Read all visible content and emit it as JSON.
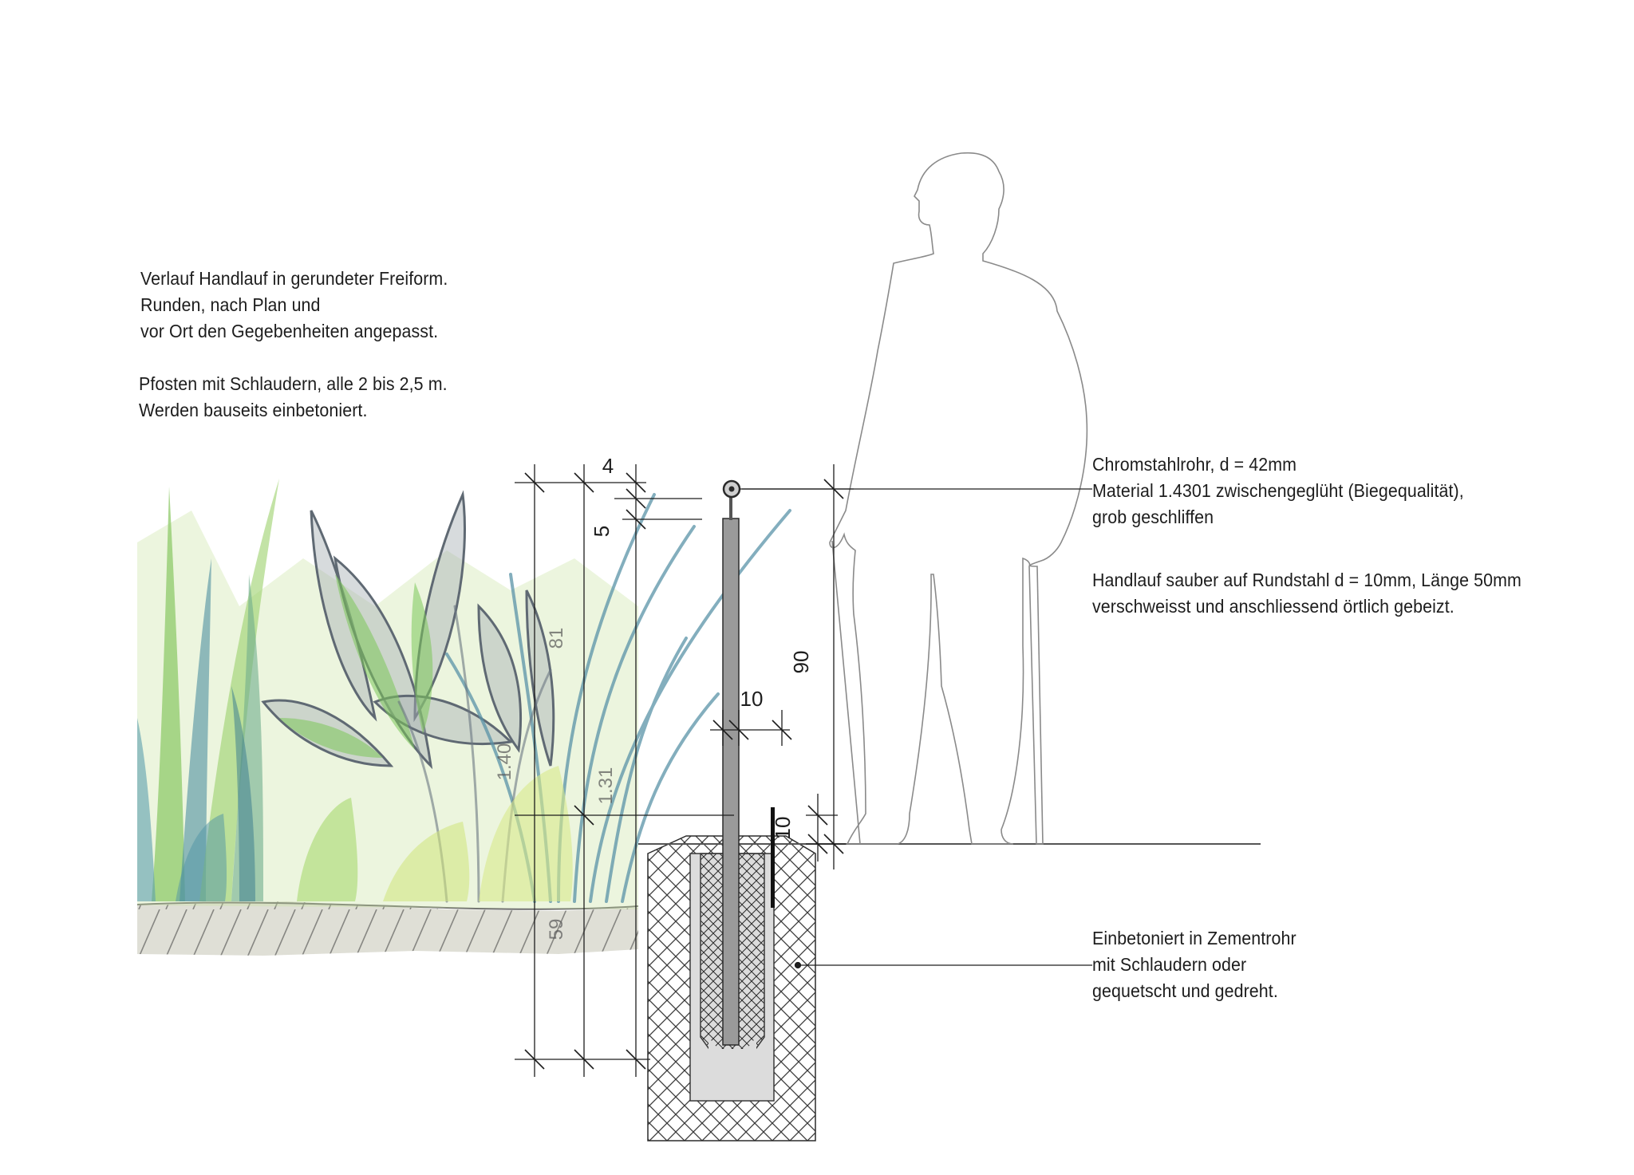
{
  "notes": {
    "top_left": [
      "Verlauf Handlauf in gerundeter Freiform.",
      "Runden, nach Plan und",
      "vor Ort den Gegebenheiten angepasst."
    ],
    "posts": [
      "Pfosten mit Schlaudern, alle 2 bis 2,5 m.",
      "Werden bauseits einbetoniert."
    ],
    "material": [
      "Chromstahlrohr, d = 42mm",
      "Material 1.4301 zwischengeglüht (Biegequalität),",
      "grob geschliffen"
    ],
    "weld": [
      "Handlauf sauber auf Rundstahl d = 10mm, Länge 50mm",
      "verschweisst und anschliessend örtlich gebeizt."
    ],
    "foundation": [
      "Einbetoniert in Zementrohr",
      "mit Schlaudern oder",
      "gequetscht und gedreht."
    ]
  },
  "dimensions": {
    "top": "4",
    "handrail_gap": "5",
    "post_height": "81",
    "total": "1.40",
    "above_foundation": "1.31",
    "post_width": "10",
    "railing_height": "90",
    "ground_offset": "10",
    "foundation_depth": "59"
  },
  "colors": {
    "line": "#1d1d1d",
    "post": "#9a9a9a",
    "concrete": "#dcdcdc",
    "silhouette": "#8a8a8a",
    "plant_green": "#9ccf5c",
    "plant_blue": "#5a93a8",
    "plant_grey": "#7d8791"
  }
}
